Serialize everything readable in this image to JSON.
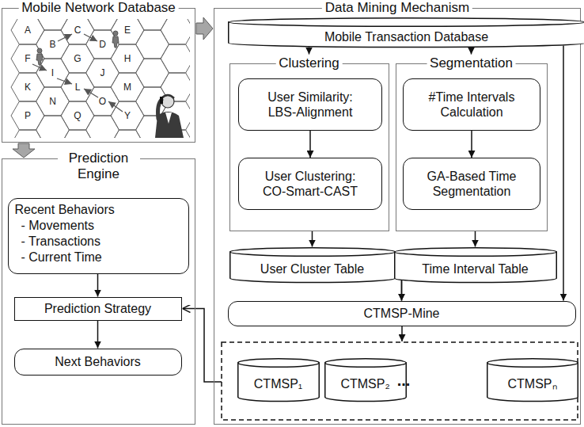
{
  "diagram": {
    "nodes": [
      {
        "text": [
          "Mobile Network Database"
        ]
      },
      {
        "text": [
          "Data Mining Mechanism"
        ]
      },
      {
        "text": [
          "Mobile Transaction Database"
        ],
        "in": 1
      },
      {
        "text": [
          "Clustering"
        ],
        "in": 1
      },
      {
        "text": [
          "User Similarity: LBS-Alignment"
        ],
        "in": 3
      },
      {
        "text": [
          "User Clustering: CO-Smart-CAST"
        ],
        "in": 3
      },
      {
        "text": [
          "Segmentation"
        ],
        "in": 1
      },
      {
        "text": [
          "#Time Intervals Calculation"
        ],
        "in": 6
      },
      {
        "text": [
          "GA-Based Time Segmentation"
        ],
        "in": 6
      },
      {
        "text": [
          "User Cluster Table"
        ],
        "in": 1
      },
      {
        "text": [
          "Time Interval Table"
        ],
        "in": 1
      },
      {
        "text": [
          "CTMSP-Mine"
        ],
        "in": 1
      },
      {
        "text": [
          "CTMSP₁"
        ],
        "in": 1
      },
      {
        "text": [
          "CTMSP₂"
        ],
        "in": 1
      },
      {
        "text": [
          "CTMSPₙ"
        ],
        "in": 1
      },
      {
        "text": [
          "Prediction Engine"
        ]
      },
      {
        "text": [
          "Recent Behaviors",
          "- Movements",
          "- Transactions",
          "- Current Time"
        ],
        "in": 15
      },
      {
        "text": [
          "Prediction Strategy"
        ],
        "in": 15
      },
      {
        "text": [
          "Next Behaviors"
        ],
        "in": 15
      }
    ],
    "edges": [
      {
        "from": 0,
        "to": 1,
        "arrow": "to"
      },
      {
        "from": 0,
        "to": 15,
        "arrow": "to"
      },
      {
        "from": 2,
        "to": 3,
        "arrow": "to"
      },
      {
        "from": 2,
        "to": 6,
        "arrow": "to"
      },
      {
        "from": 2,
        "to": 11,
        "arrow": "to"
      },
      {
        "from": 4,
        "to": 5,
        "arrow": "to"
      },
      {
        "from": 7,
        "to": 8,
        "arrow": "to"
      },
      {
        "from": 3,
        "to": 9,
        "arrow": "to"
      },
      {
        "from": 6,
        "to": 10,
        "arrow": "to"
      },
      {
        "from": 9,
        "to": 11,
        "arrow": "to"
      },
      {
        "from": 10,
        "to": 11,
        "arrow": "to"
      },
      {
        "from": 16,
        "to": 17,
        "arrow": "to"
      },
      {
        "from": 17,
        "to": 18,
        "arrow": "to"
      }
    ],
    "labels": [
      "A",
      "B",
      "C",
      "D",
      "E",
      "F",
      "G",
      "H",
      "I",
      "J",
      "K",
      "L",
      "M",
      "N",
      "O",
      "P",
      "Q",
      "Y",
      "..."
    ]
  }
}
